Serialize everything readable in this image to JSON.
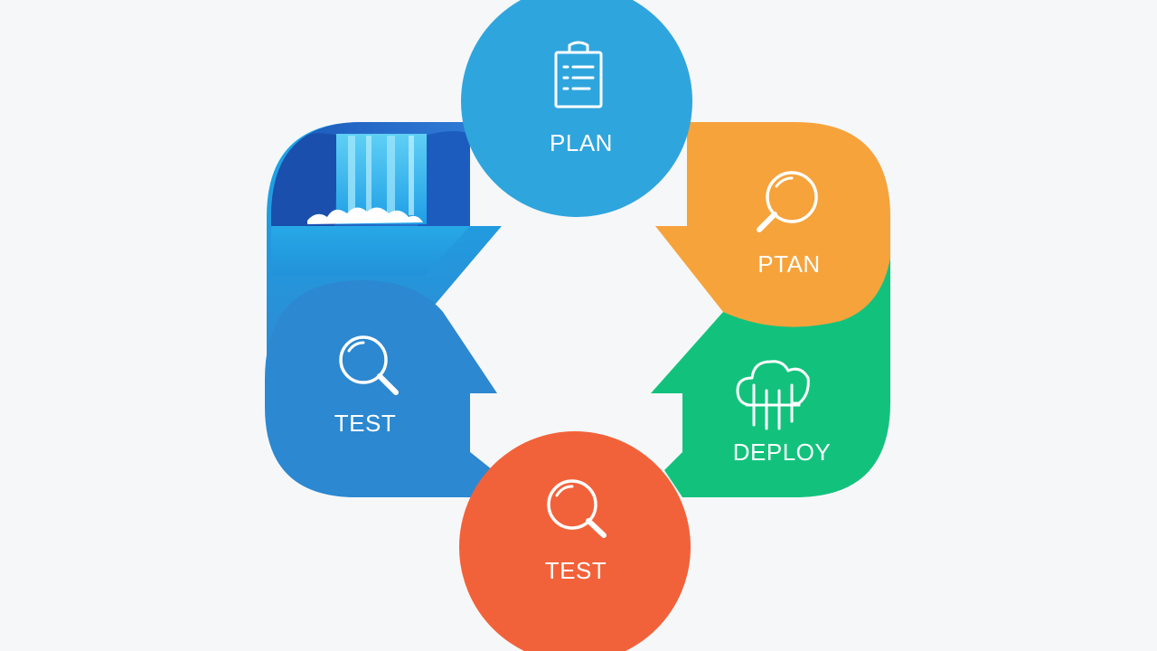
{
  "diagram": {
    "stages": [
      {
        "label": "PLAN",
        "icon": "clipboard-icon",
        "color": "#2fa5dd"
      },
      {
        "label": "PTAN",
        "icon": "magnifier-icon",
        "color": "#f6a33c"
      },
      {
        "label": "DEPLOY",
        "icon": "cloud-icon",
        "color": "#12c27c"
      },
      {
        "label": "TEST",
        "icon": "magnifier-icon",
        "color": "#f2623a"
      },
      {
        "label": "TEST",
        "icon": "magnifier-icon",
        "color": "#2c88d0"
      }
    ],
    "illustration": "waterfall-illustration"
  }
}
